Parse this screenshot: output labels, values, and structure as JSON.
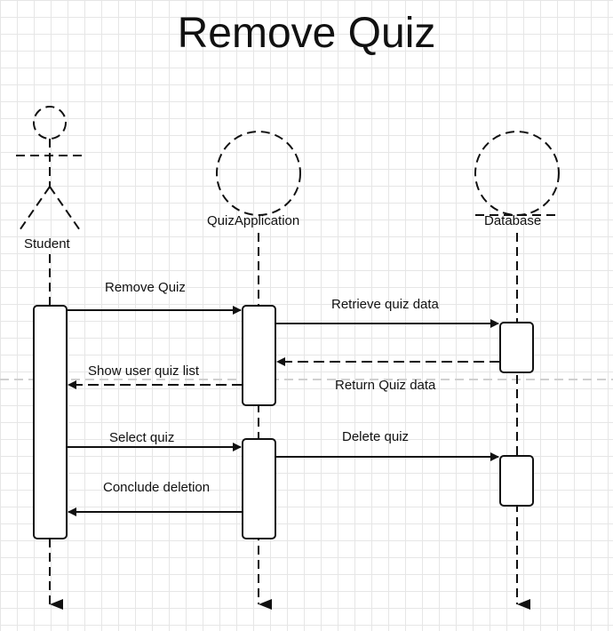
{
  "title": "Remove Quiz",
  "participants": [
    {
      "id": "student",
      "name": "Student",
      "kind": "actor"
    },
    {
      "id": "app",
      "name": "QuizApplication",
      "kind": "control"
    },
    {
      "id": "db",
      "name": "Database",
      "kind": "entity"
    }
  ],
  "messages": [
    {
      "from": "Student",
      "to": "QuizApplication",
      "label": "Remove Quiz",
      "style": "solid"
    },
    {
      "from": "QuizApplication",
      "to": "Database",
      "label": "Retrieve quiz data",
      "style": "solid"
    },
    {
      "from": "Database",
      "to": "QuizApplication",
      "label": "Return Quiz data",
      "style": "dashed"
    },
    {
      "from": "QuizApplication",
      "to": "Student",
      "label": "Show user quiz list",
      "style": "dashed"
    },
    {
      "from": "Student",
      "to": "QuizApplication",
      "label": "Select quiz",
      "style": "solid"
    },
    {
      "from": "QuizApplication",
      "to": "Database",
      "label": "Delete quiz",
      "style": "solid"
    },
    {
      "from": "QuizApplication",
      "to": "Student",
      "label": "Conclude deletion",
      "style": "solid"
    }
  ],
  "colors": {
    "line": "#111111",
    "grid": "#e6e6e6",
    "background": "#ffffff"
  }
}
